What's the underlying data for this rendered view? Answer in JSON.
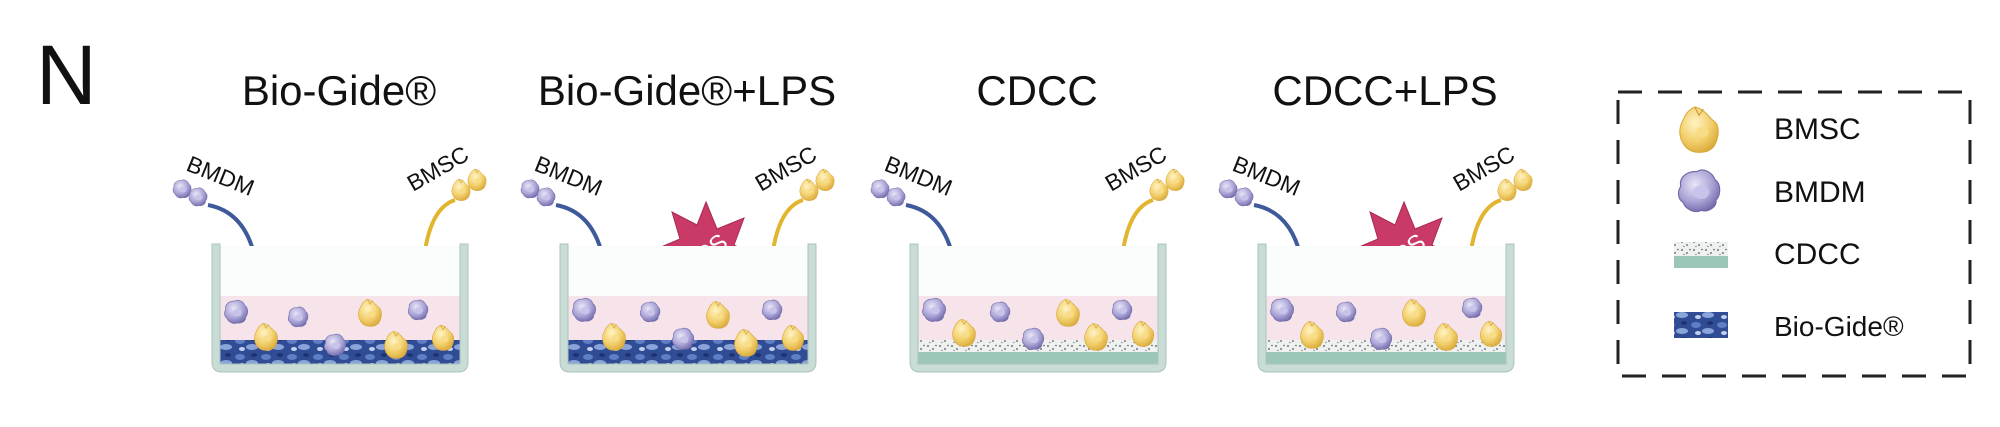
{
  "panel_letter": "N",
  "conditions": [
    {
      "title": "Bio-Gide®",
      "membrane": "biogide",
      "lps": false,
      "lps_label": "",
      "label_bmdm": "BMDM",
      "label_bmsc": "BMSC"
    },
    {
      "title": "Bio-Gide®+LPS",
      "membrane": "biogide",
      "lps": true,
      "lps_label": "LPS",
      "label_bmdm": "BMDM",
      "label_bmsc": "BMSC"
    },
    {
      "title": "CDCC",
      "membrane": "cdcc",
      "lps": false,
      "lps_label": "",
      "label_bmdm": "BMDM",
      "label_bmsc": "BMSC"
    },
    {
      "title": "CDCC+LPS",
      "membrane": "cdcc",
      "lps": true,
      "lps_label": "LPS",
      "label_bmdm": "BMDM",
      "label_bmsc": "BMSC"
    }
  ],
  "legend": {
    "items": [
      {
        "label": "BMSC",
        "icon": "bmsc-cell-icon"
      },
      {
        "label": "BMDM",
        "icon": "bmdm-cell-icon"
      },
      {
        "label": "CDCC",
        "icon": "cdcc-membrane-icon"
      },
      {
        "label": "Bio-Gide®",
        "icon": "biogide-membrane-icon"
      }
    ]
  },
  "colors": {
    "bmsc": "#f2cf6b",
    "bmdm": "#a9a3d6",
    "bmdm_arrow": "#3f5a9a",
    "bmsc_arrow": "#e2b52e",
    "lps_star": "#c93a66",
    "well": "#c9ddd6",
    "medium": "#f7e3ea",
    "cdcc_base": "#9cc7b8",
    "biogide": "#2f4c95"
  }
}
